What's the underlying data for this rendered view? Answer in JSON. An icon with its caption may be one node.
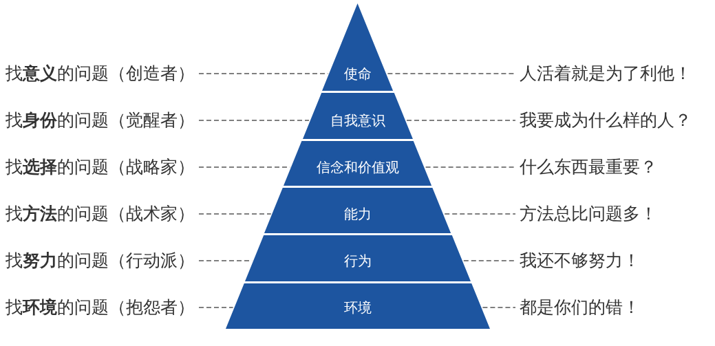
{
  "diagram": {
    "nodes": [
      {
        "text": [
          "找**意义**的问题（创造者）"
        ]
      },
      {
        "text": [
          "使命"
        ]
      },
      {
        "text": [
          "人活着就是为了利他！"
        ]
      },
      {
        "text": [
          "找**身份**的问题（觉醒者）"
        ]
      },
      {
        "text": [
          "自我意识"
        ]
      },
      {
        "text": [
          "我要成为什么样的人？"
        ]
      },
      {
        "text": [
          "找**选择**的问题（战略家）"
        ]
      },
      {
        "text": [
          "信念和价值观"
        ]
      },
      {
        "text": [
          "什么东西最重要？"
        ]
      },
      {
        "text": [
          "找**方法**的问题（战术家）"
        ]
      },
      {
        "text": [
          "能力"
        ]
      },
      {
        "text": [
          "方法总比问题多！"
        ]
      },
      {
        "text": [
          "找**努力**的问题（行动派）"
        ]
      },
      {
        "text": [
          "行为"
        ]
      },
      {
        "text": [
          "我还不够努力！"
        ]
      },
      {
        "text": [
          "找**环境**的问题（抱怨者）"
        ]
      },
      {
        "text": [
          "环境"
        ]
      },
      {
        "text": [
          "都是你们的错！"
        ]
      }
    ],
    "edges": [
      {
        "from": 0,
        "to": 1,
        "arrow": "none",
        "style": "dashed"
      },
      {
        "from": 1,
        "to": 2,
        "arrow": "none",
        "style": "dashed"
      },
      {
        "from": 3,
        "to": 4,
        "arrow": "none",
        "style": "dashed"
      },
      {
        "from": 4,
        "to": 5,
        "arrow": "none",
        "style": "dashed"
      },
      {
        "from": 6,
        "to": 7,
        "arrow": "none",
        "style": "dashed"
      },
      {
        "from": 7,
        "to": 8,
        "arrow": "none",
        "style": "dashed"
      },
      {
        "from": 9,
        "to": 10,
        "arrow": "none",
        "style": "dashed"
      },
      {
        "from": 10,
        "to": 11,
        "arrow": "none",
        "style": "dashed"
      },
      {
        "from": 12,
        "to": 13,
        "arrow": "none",
        "style": "dashed"
      },
      {
        "from": 13,
        "to": 14,
        "arrow": "none",
        "style": "dashed"
      },
      {
        "from": 15,
        "to": 16,
        "arrow": "none",
        "style": "dashed"
      },
      {
        "from": 16,
        "to": 17,
        "arrow": "none",
        "style": "dashed"
      }
    ]
  }
}
